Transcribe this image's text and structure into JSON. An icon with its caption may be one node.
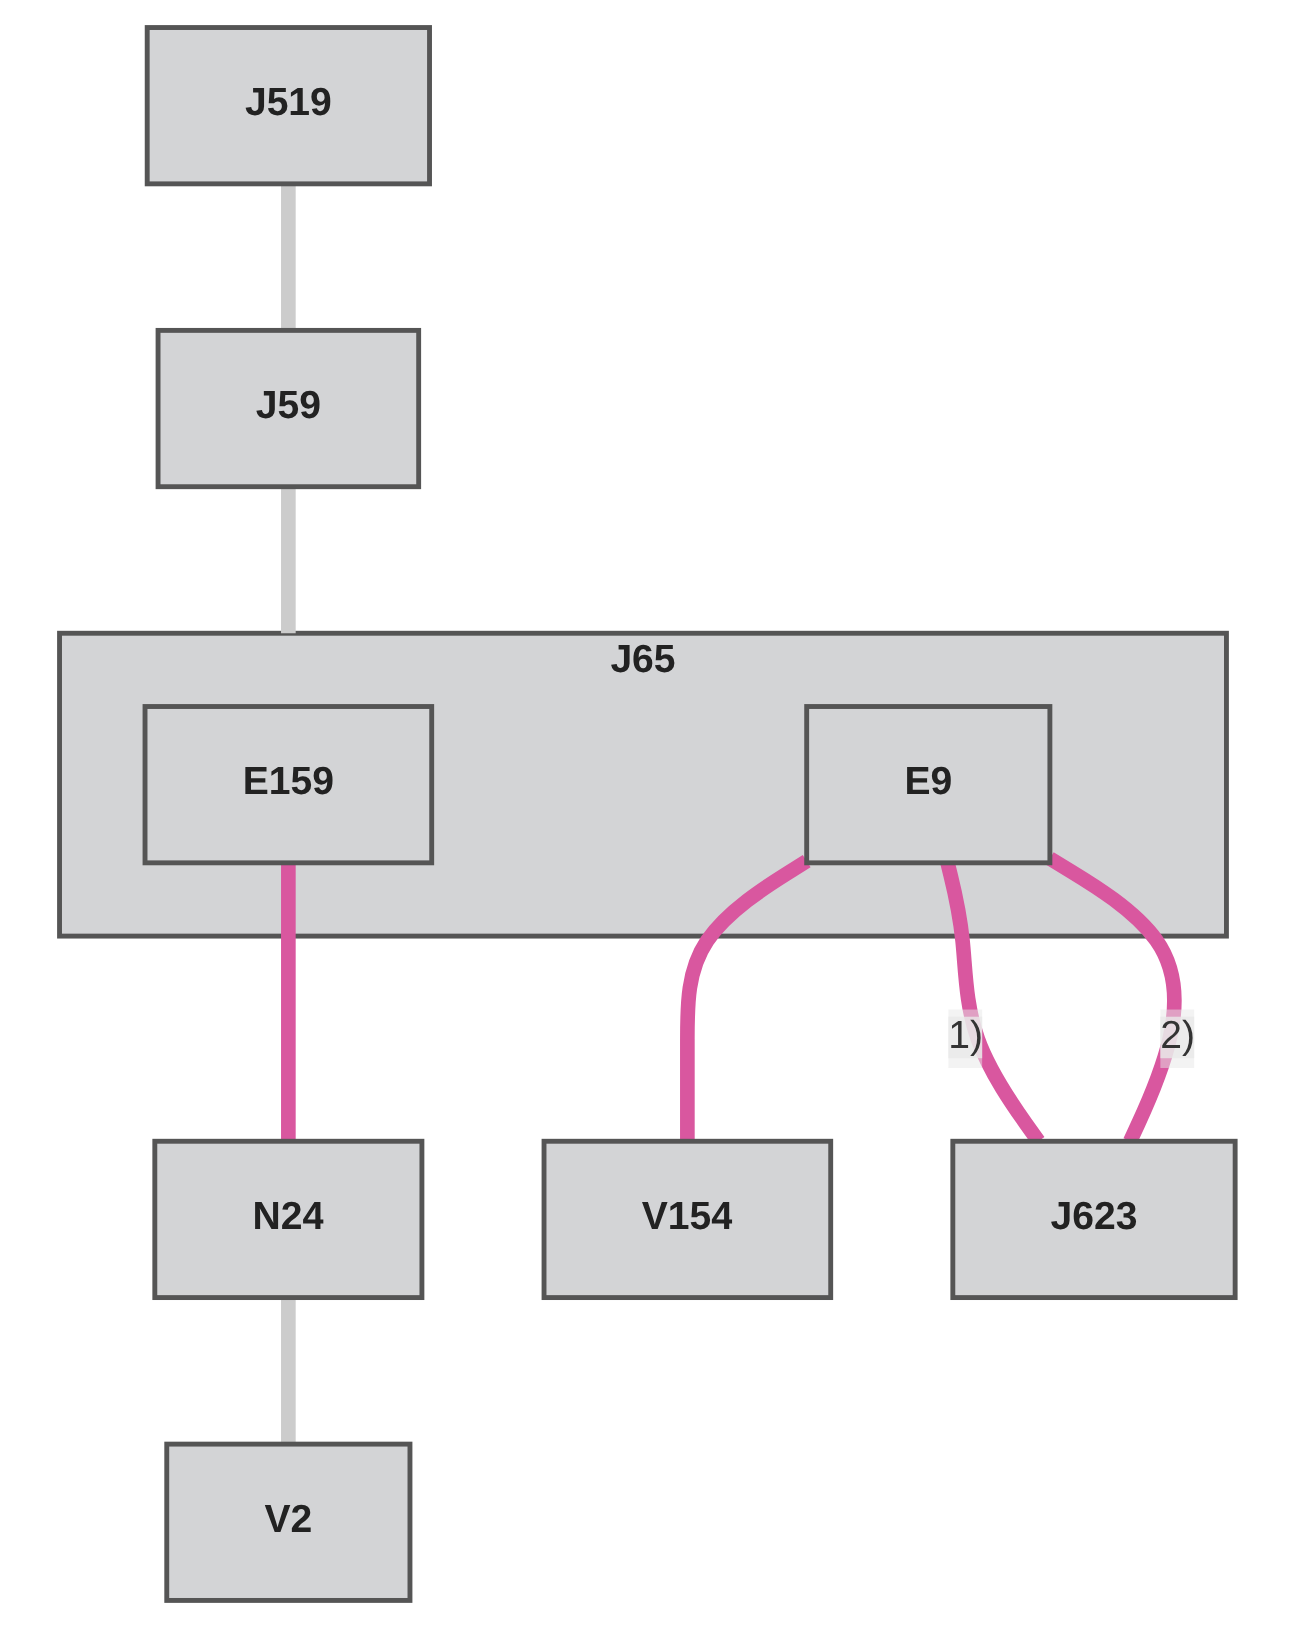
{
  "diagram": {
    "nodes": [
      {
        "text": [
          "J519"
        ]
      },
      {
        "text": [
          "J59"
        ]
      },
      {
        "text": [
          "J65"
        ]
      },
      {
        "text": [
          "E159"
        ],
        "in": 2
      },
      {
        "text": [
          "E9"
        ],
        "in": 2
      },
      {
        "text": [
          "N24"
        ]
      },
      {
        "text": [
          "V154"
        ]
      },
      {
        "text": [
          "J623"
        ]
      },
      {
        "text": [
          "V2"
        ]
      }
    ],
    "edges": [
      {
        "from": 0,
        "to": 1,
        "arrow": "none",
        "color": "#cccccc"
      },
      {
        "from": 1,
        "to": 2,
        "arrow": "none",
        "color": "#cccccc"
      },
      {
        "from": 3,
        "to": 5,
        "arrow": "none"
      },
      {
        "from": 4,
        "to": 6,
        "arrow": "none"
      },
      {
        "from": 4,
        "to": 7,
        "arrow": "none",
        "label": "1)"
      },
      {
        "from": 4,
        "to": 7,
        "arrow": "none",
        "label": "2)"
      },
      {
        "from": 5,
        "to": 8,
        "arrow": "none",
        "color": "#cccccc"
      }
    ]
  }
}
